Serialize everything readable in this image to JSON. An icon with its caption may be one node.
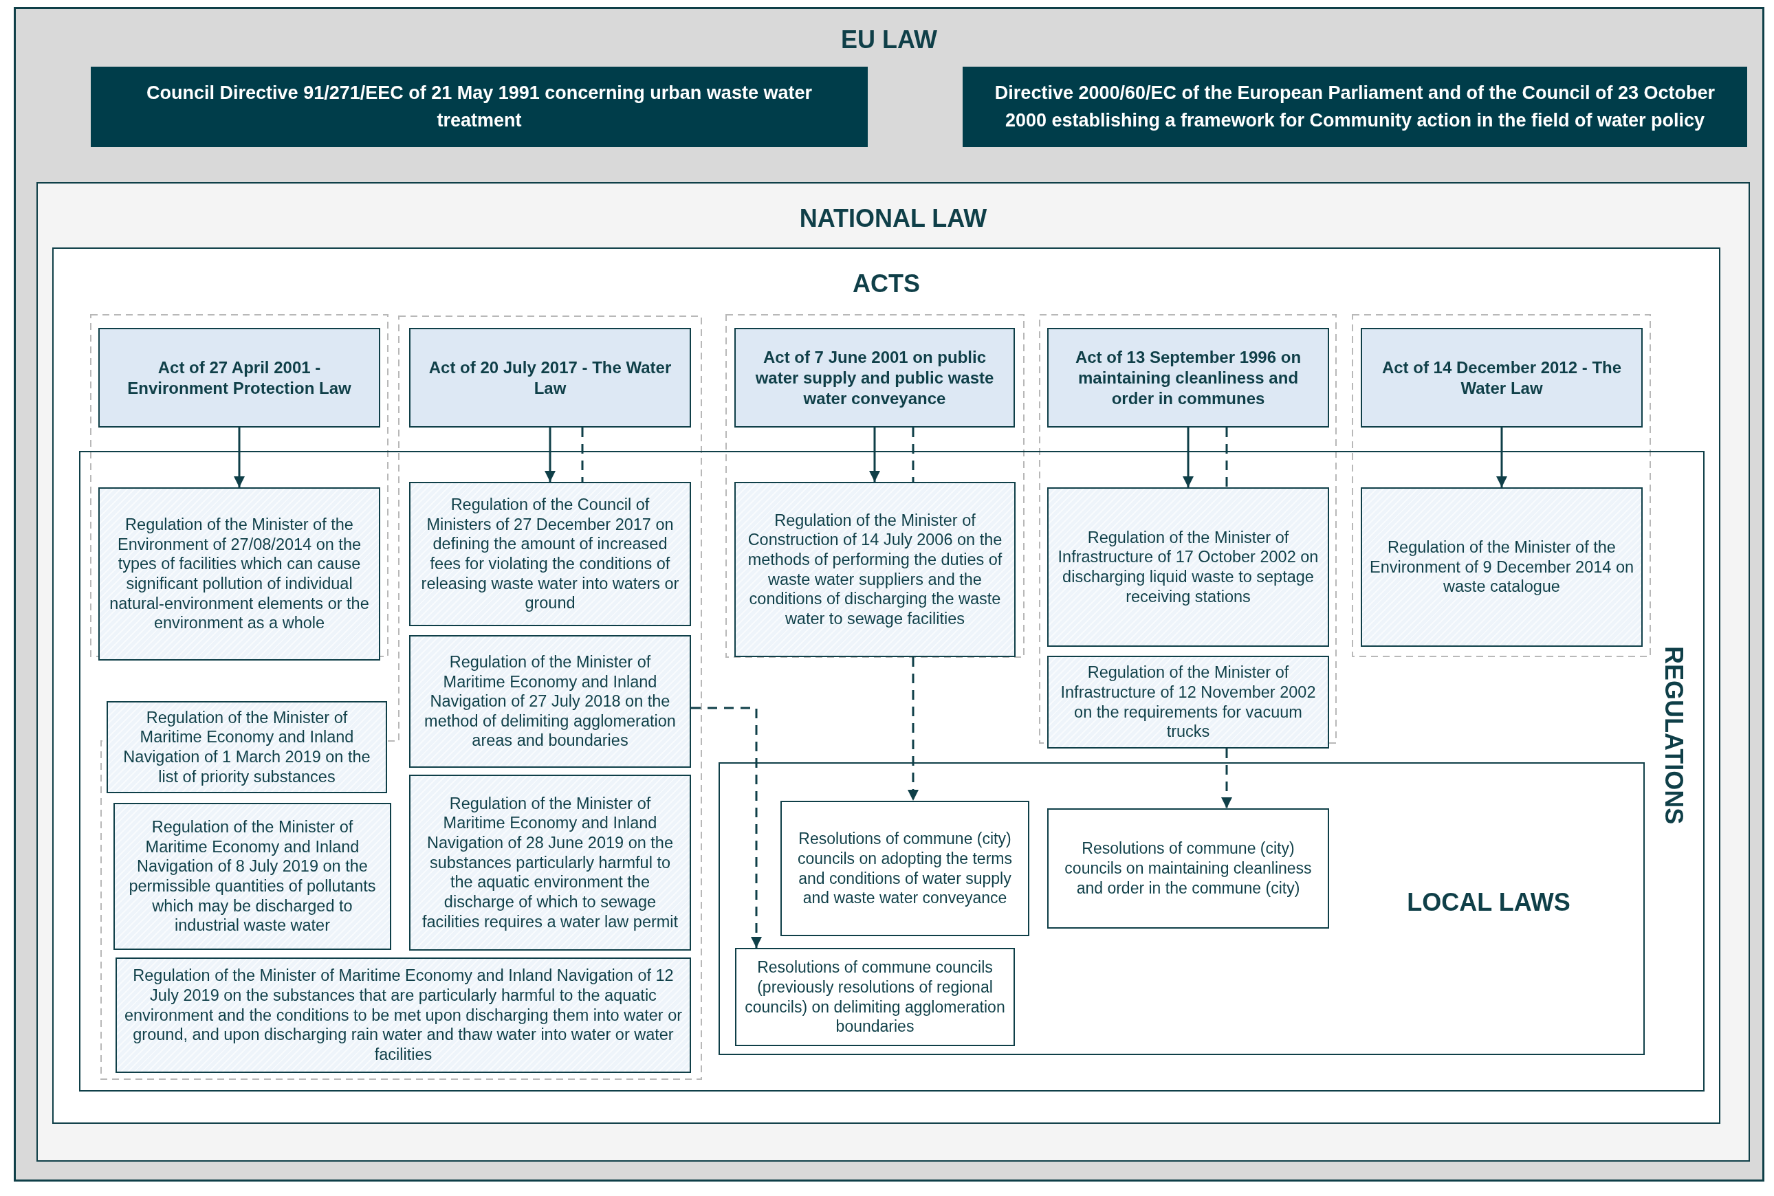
{
  "diagram": {
    "nodes": [
      {
        "text": [
          "EU LAW"
        ]
      },
      {
        "text": [
          "Council Directive 91/271/EEC of 21 May 1991 concerning urban waste water treatment"
        ],
        "in": 0
      },
      {
        "text": [
          "Directive 2000/60/EC of the European Parliament and of the Council of 23 October 2000 establishing a framework for Community action in the field of water policy"
        ],
        "in": 0
      },
      {
        "text": [
          "NATIONAL LAW"
        ],
        "in": 0
      },
      {
        "text": [
          "ACTS"
        ],
        "in": 3
      },
      {
        "text": [
          "REGULATIONS"
        ],
        "in": 4
      },
      {
        "text": [
          "LOCAL LAWS"
        ],
        "in": 5
      },
      {
        "text": [
          "Act of 27 April 2001 - Environment Protection Law"
        ],
        "in": 4
      },
      {
        "text": [
          "Act of 20 July 2017 - The Water Law"
        ],
        "in": 4
      },
      {
        "text": [
          "Act of 7 June 2001 on public water supply and public waste water conveyance"
        ],
        "in": 4
      },
      {
        "text": [
          "Act of 13 September 1996 on maintaining cleanliness and order in communes"
        ],
        "in": 4
      },
      {
        "text": [
          "Act of 14 December 2012 - The Water Law"
        ],
        "in": 4
      },
      {
        "text": [
          "Regulation of the Minister of the Environment of 27/08/2014 on the types of facilities which can cause significant pollution of individual natural-environment elements or the environment as a whole"
        ],
        "in": 5
      },
      {
        "text": [
          "Regulation of the Council of Ministers of 27 December 2017 on defining the amount of increased fees for violating the conditions of releasing waste water into waters or ground"
        ],
        "in": 5
      },
      {
        "text": [
          "Regulation of the Minister of Maritime Economy and Inland Navigation of 27 July 2018 on the method of delimiting agglomeration areas and boundaries"
        ],
        "in": 5
      },
      {
        "text": [
          "Regulation of the Minister of Maritime Economy and Inland Navigation of 1 March 2019 on the list of priority substances"
        ],
        "in": 5
      },
      {
        "text": [
          "Regulation of the Minister of Maritime Economy and Inland Navigation of 8 July 2019 on the permissible quantities of pollutants which may be discharged to industrial waste water"
        ],
        "in": 5
      },
      {
        "text": [
          "Regulation of the Minister of Maritime Economy and Inland Navigation of 28 June 2019 on the substances particularly harmful to the aquatic environment the discharge of which to sewage facilities requires a water law permit"
        ],
        "in": 5
      },
      {
        "text": [
          "Regulation of the Minister of Maritime Economy and Inland Navigation of 12 July 2019 on the substances that are particularly harmful to the aquatic environment and the conditions to be met upon discharging them into water or ground, and upon discharging rain water and thaw water into water or water facilities"
        ],
        "in": 5
      },
      {
        "text": [
          "Regulation of the Minister of Construction of 14 July 2006 on the methods of performing the duties of waste water suppliers and the conditions of discharging the waste water to sewage facilities"
        ],
        "in": 5
      },
      {
        "text": [
          "Regulation of the Minister of Infrastructure of 17 October 2002 on discharging liquid waste to septage receiving stations"
        ],
        "in": 5
      },
      {
        "text": [
          "Regulation of the Minister of Infrastructure of 12 November 2002 on the requirements for vacuum trucks"
        ],
        "in": 5
      },
      {
        "text": [
          "Regulation of the Minister of the Environment of 9 December 2014 on waste catalogue"
        ],
        "in": 5
      },
      {
        "text": [
          "Resolutions of commune (city) councils on adopting the terms and conditions of water supply and waste water conveyance"
        ],
        "in": 6
      },
      {
        "text": [
          "Resolutions of commune (city) councils on maintaining cleanliness and order in the commune (city)"
        ],
        "in": 6
      },
      {
        "text": [
          "Resolutions of commune councils (previously resolutions of regional councils) on delimiting agglomeration boundaries"
        ],
        "in": 6
      }
    ],
    "edges": [
      {
        "from": 7,
        "to": 12,
        "arrow": "to"
      },
      {
        "from": 8,
        "to": 13,
        "arrow": "to"
      },
      {
        "from": 8,
        "to": 13,
        "arrow": "none",
        "style": "dashed"
      },
      {
        "from": 14,
        "to": 25,
        "arrow": "to",
        "style": "dashed"
      },
      {
        "from": 9,
        "to": 19,
        "arrow": "to"
      },
      {
        "from": 9,
        "to": 19,
        "arrow": "none",
        "style": "dashed"
      },
      {
        "from": 19,
        "to": 23,
        "arrow": "to",
        "style": "dashed"
      },
      {
        "from": 10,
        "to": 20,
        "arrow": "to"
      },
      {
        "from": 10,
        "to": 20,
        "arrow": "none",
        "style": "dashed"
      },
      {
        "from": 21,
        "to": 24,
        "arrow": "to",
        "style": "dashed"
      },
      {
        "from": 11,
        "to": 22,
        "arrow": "to"
      }
    ]
  }
}
